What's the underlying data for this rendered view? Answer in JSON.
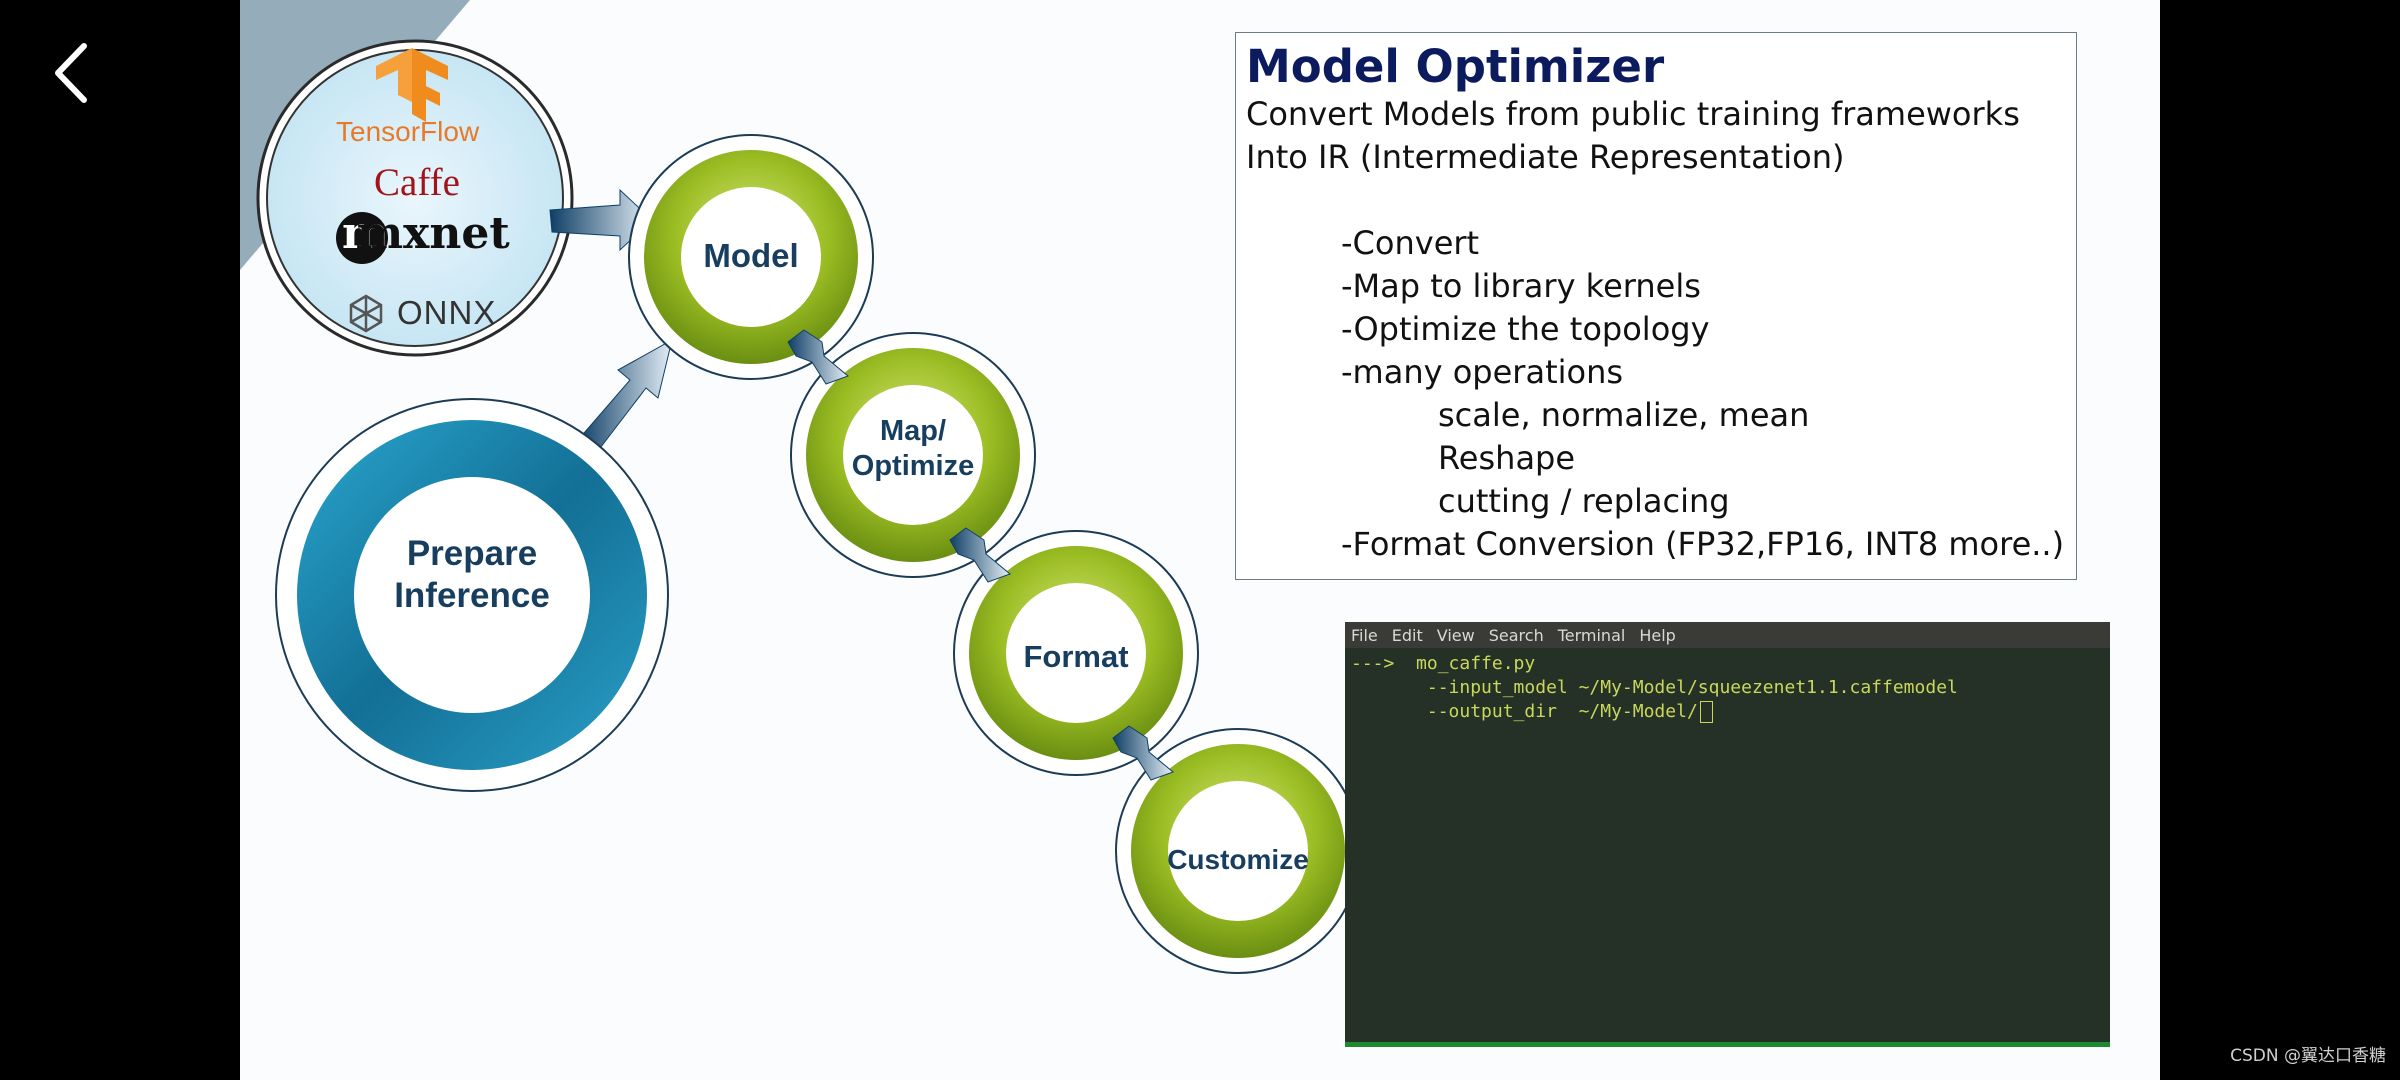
{
  "nav": {
    "back_icon": "chevron-left-icon"
  },
  "frameworks": {
    "tensorflow": "TensorFlow",
    "caffe": "Caffe",
    "mxnet": "mxnet",
    "onnx": "ONNX"
  },
  "stages": {
    "prepare": "Prepare Inference",
    "model": "Model",
    "map": "Map/ Optimize",
    "format": "Format",
    "customize": "Customize"
  },
  "info": {
    "title": "Model Optimizer",
    "line1": "Convert Models from public training frameworks",
    "line2": "Into IR (Intermediate Representation)",
    "bullets": {
      "convert": "-Convert",
      "map": "-Map to library kernels",
      "optimize": "-Optimize the topology",
      "ops": "-many operations",
      "ops_scale": "scale, normalize, mean",
      "ops_reshape": "Reshape",
      "ops_cut": "cutting / replacing",
      "format": "-Format Conversion (FP32,FP16, INT8 more..)"
    }
  },
  "terminal": {
    "menu": {
      "file": "File",
      "edit": "Edit",
      "view": "View",
      "search": "Search",
      "terminal": "Terminal",
      "help": "Help"
    },
    "line1": "--->  mo_caffe.py",
    "line2": "       --input_model ~/My-Model/squeezenet1.1.caffemodel",
    "line3": "       --output_dir  ~/My-Model/"
  },
  "watermark": "CSDN @翼达口香糖",
  "colors": {
    "green": "#8aae1c",
    "teal": "#1e8fb5",
    "title_navy": "#0b1b5e",
    "stage_text": "#173e5e"
  }
}
